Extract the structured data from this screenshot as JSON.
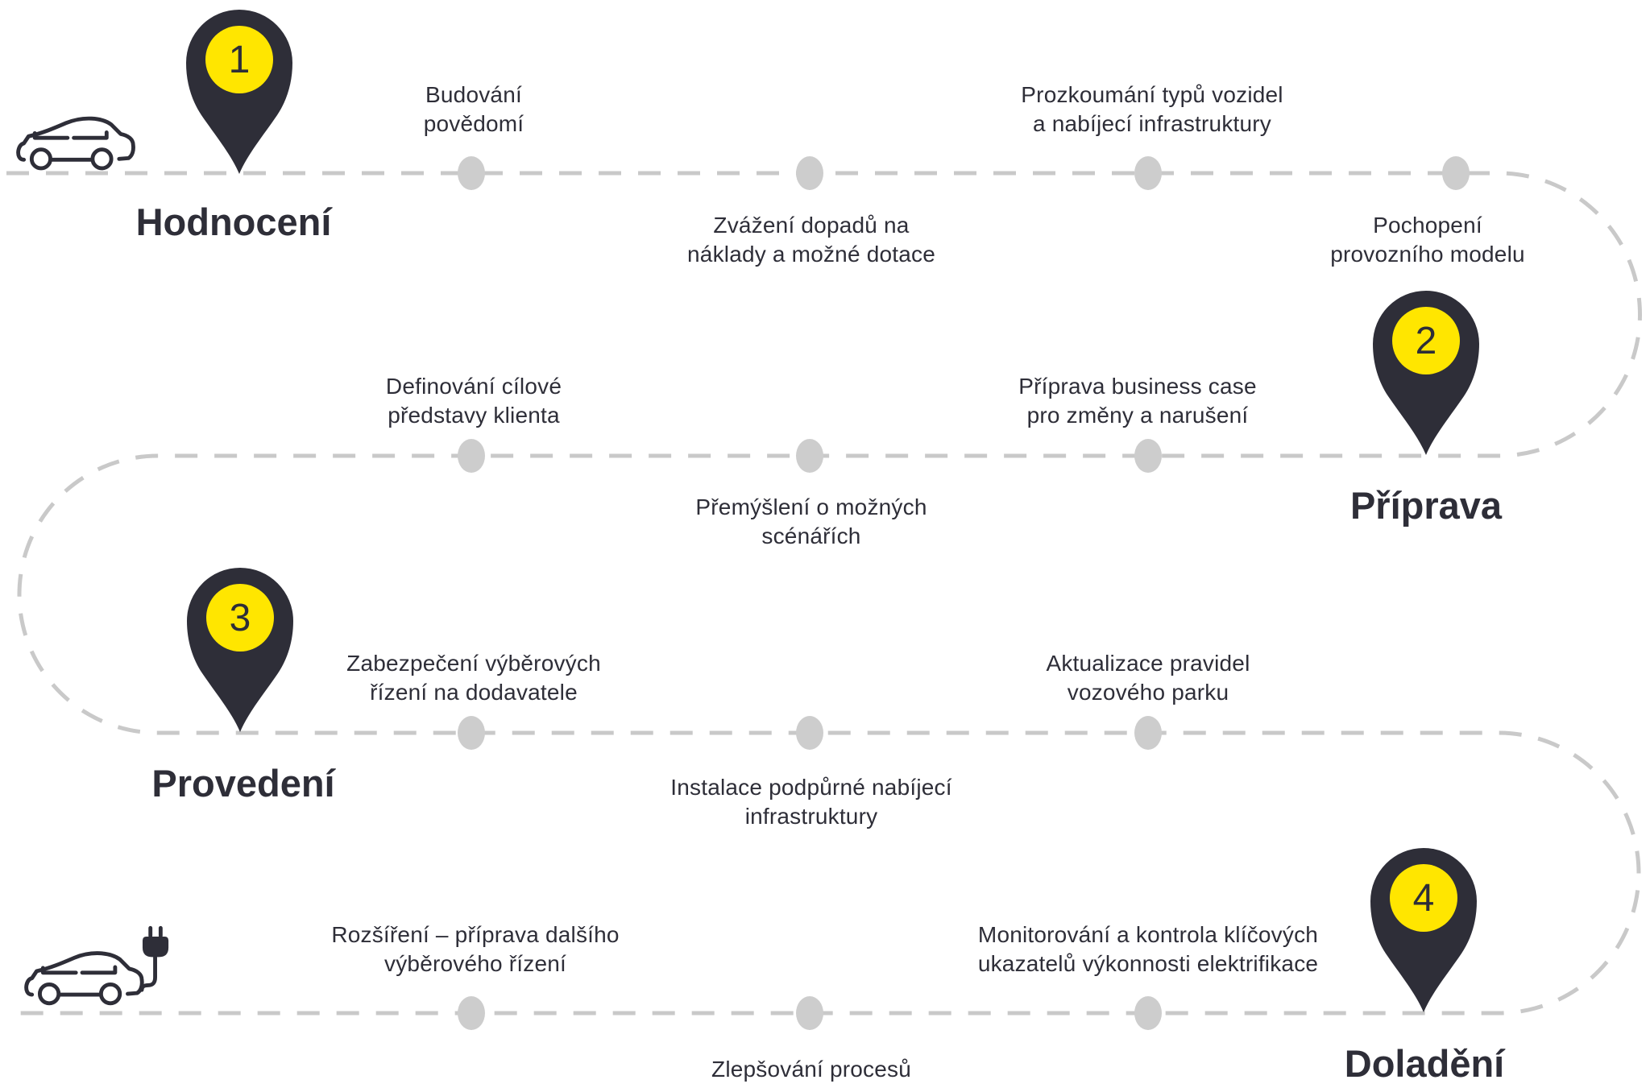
{
  "colors": {
    "accent_yellow": "#ffe600",
    "dark": "#2e2e38",
    "path_gray": "#c9c9c9",
    "dot_gray": "#cdcdcd",
    "background": "#ffffff"
  },
  "phases": [
    {
      "number": "1",
      "title": "Hodnocení"
    },
    {
      "number": "2",
      "title": "Příprava"
    },
    {
      "number": "3",
      "title": "Provedení"
    },
    {
      "number": "4",
      "title": "Doladění"
    }
  ],
  "steps": [
    {
      "text": "Budování\npovědomí"
    },
    {
      "text": "Prozkoumání typů vozidel\na nabíjecí infrastruktury"
    },
    {
      "text": "Zvážení dopadů na\nnáklady a možné dotace"
    },
    {
      "text": "Pochopení\nprovozního modelu"
    },
    {
      "text": "Definování cílové\npředstavy klienta"
    },
    {
      "text": "Příprava business case\npro změny a narušení"
    },
    {
      "text": "Přemýšlení o možných\nscénářích"
    },
    {
      "text": "Zabezpečení výběrových\nřízení na dodavatele"
    },
    {
      "text": "Aktualizace pravidel\nvozového parku"
    },
    {
      "text": "Instalace podpůrné nabíjecí\ninfrastruktury"
    },
    {
      "text": "Rozšíření – příprava dalšího\nvýběrového řízení"
    },
    {
      "text": "Monitorování a kontrola klíčových\nukazatelů výkonnosti elektrifikace"
    },
    {
      "text": "Zlepšování procesů"
    }
  ],
  "icons": {
    "start": "car-icon",
    "end": "electric-car-icon",
    "marker": "map-pin-icon",
    "milestone": "milestone-dot"
  }
}
